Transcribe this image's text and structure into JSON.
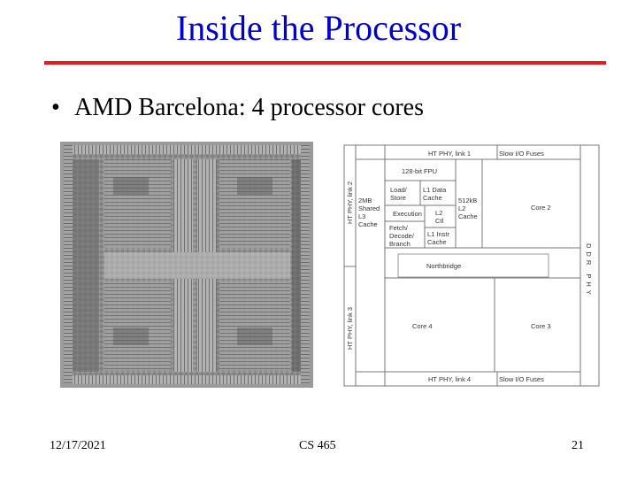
{
  "slide": {
    "title": "Inside the Processor",
    "bullet": "AMD Barcelona: 4 processor cores"
  },
  "diagram": {
    "top_label": "HT PHY, link 1",
    "top_fuses": "Slow I/O Fuses",
    "left_top_label": "HT PHY, link 2",
    "left_bottom_label": "HT PHY, link 3",
    "right_label": "DDR PHY",
    "bottom_label": "HT PHY, link 4",
    "bottom_fuses": "Slow I/O Fuses",
    "fpu": "128-bit FPU",
    "l3_lines": [
      "2MB",
      "Shared",
      "L3",
      "Cache"
    ],
    "load_store": [
      "Load/",
      "Store"
    ],
    "l1_data": [
      "L1 Data",
      "Cache"
    ],
    "l2_cache": [
      "512kB",
      "L2",
      "Cache"
    ],
    "execution": "Execution",
    "l2_ctl": [
      "L2",
      "Ctl"
    ],
    "fetch_decode": [
      "Fetch/",
      "Decode/",
      "Branch"
    ],
    "l1_instr": [
      "L1 Instr",
      "Cache"
    ],
    "core2": "Core 2",
    "northbridge": "Northbridge",
    "core4": "Core 4",
    "core3": "Core 3"
  },
  "footer": {
    "date": "12/17/2021",
    "course": "CS 465",
    "page": "21"
  }
}
